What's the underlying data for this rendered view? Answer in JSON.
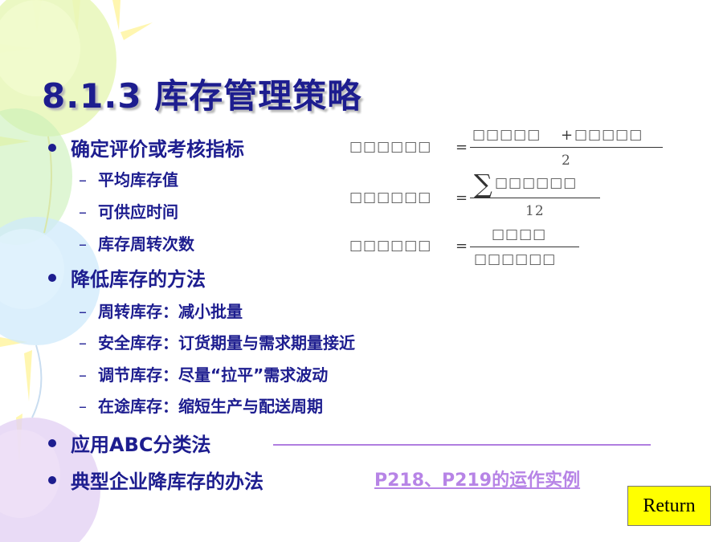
{
  "title": "8.1.3 库存管理策略",
  "bullets": {
    "b1": "确定评价或考核指标",
    "b1_subs": [
      "平均库存值",
      "可供应时间",
      "库存周转次数"
    ],
    "b2": "降低库存的方法",
    "b2_subs": [
      "周转库存：减小批量",
      "安全库存：订货期量与需求期量接近",
      "调节库存：尽量“拉平”需求波动",
      "在途库存：缩短生产与配送周期"
    ],
    "b3": "应用ABC分类法",
    "b4": "典型企业降库存的办法",
    "b4_link": "P218、P219的运作实例"
  },
  "formulas": {
    "f1": {
      "label": "□□□□□□",
      "eq": "=",
      "num_a": "□□□□□",
      "plus": "+",
      "num_b": "□□□□□",
      "den": "2"
    },
    "f2": {
      "label": "□□□□□□",
      "eq": "=",
      "sigma": "∑",
      "num": "□□□□□□",
      "den": "12"
    },
    "f3": {
      "label": "□□□□□□",
      "eq": "=",
      "num": "□□□□",
      "den": "□□□□□□"
    }
  },
  "return_label": "Return",
  "colors": {
    "text": "#1d1d8f",
    "link": "#b784e6",
    "button": "#ffff00"
  }
}
